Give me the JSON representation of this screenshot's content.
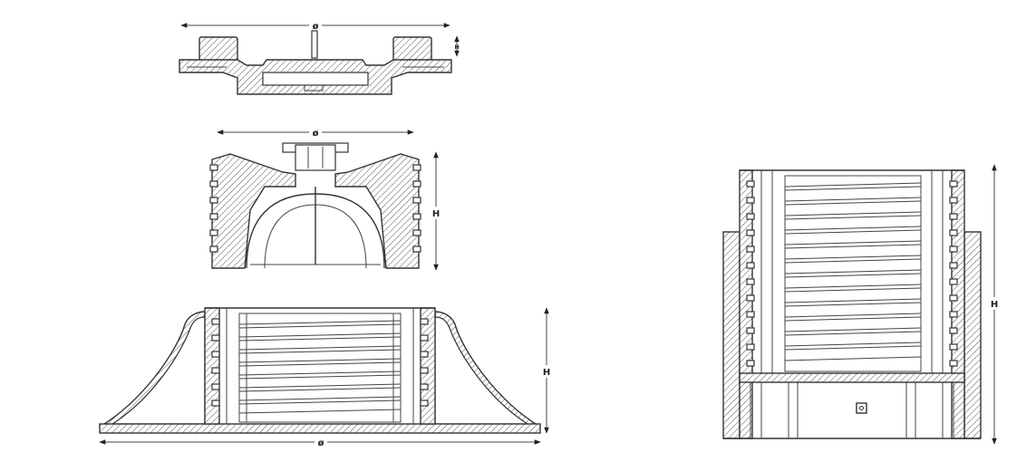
{
  "diagram": {
    "labels": {
      "diameter": "ø",
      "height": "H",
      "small_height": "H"
    },
    "components": {
      "cap": {
        "dim_top": "ø",
        "dim_side": "H"
      },
      "head": {
        "dim_top": "ø",
        "dim_side": "H"
      },
      "base": {
        "dim_bottom": "ø",
        "dim_side": "H"
      },
      "extension": {
        "dim_side": "H"
      }
    },
    "colors": {
      "line": "#333333",
      "background": "#ffffff"
    }
  }
}
